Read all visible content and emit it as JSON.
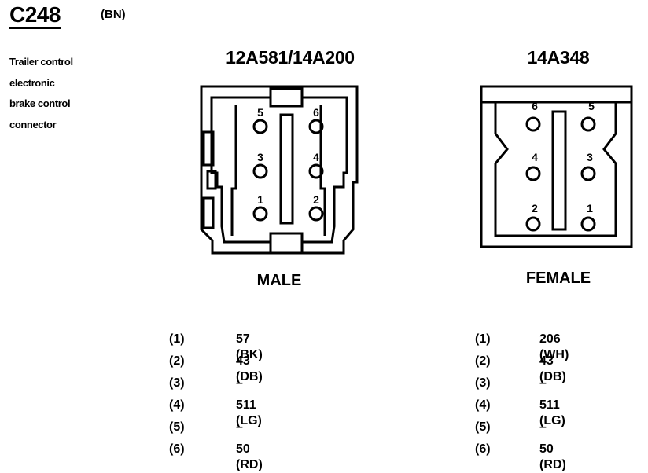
{
  "header": {
    "connector_id": "C248",
    "color_code": "(BN)"
  },
  "description": {
    "lines": [
      "Trailer control",
      "electronic",
      "brake control",
      "connector"
    ]
  },
  "male": {
    "part_number": "12A581/14A200",
    "label": "MALE",
    "pins": [
      "5",
      "6",
      "3",
      "4",
      "1",
      "2"
    ],
    "table": [
      {
        "pin": "(1)",
        "wire": "57 (BK)"
      },
      {
        "pin": "(2)",
        "wire": "43 (DB)"
      },
      {
        "pin": "(3)",
        "wire": "–"
      },
      {
        "pin": "(4)",
        "wire": "511 (LG)"
      },
      {
        "pin": "(5)",
        "wire": "–"
      },
      {
        "pin": "(6)",
        "wire": "50 (RD)"
      }
    ]
  },
  "female": {
    "part_number": "14A348",
    "label": "FEMALE",
    "pins": [
      "6",
      "5",
      "4",
      "3",
      "2",
      "1"
    ],
    "table": [
      {
        "pin": "(1)",
        "wire": "206 (WH)"
      },
      {
        "pin": "(2)",
        "wire": "43 (DB)"
      },
      {
        "pin": "(3)",
        "wire": "–"
      },
      {
        "pin": "(4)",
        "wire": "511 (LG)"
      },
      {
        "pin": "(5)",
        "wire": "–"
      },
      {
        "pin": "(6)",
        "wire": "50 (RD)"
      }
    ]
  }
}
